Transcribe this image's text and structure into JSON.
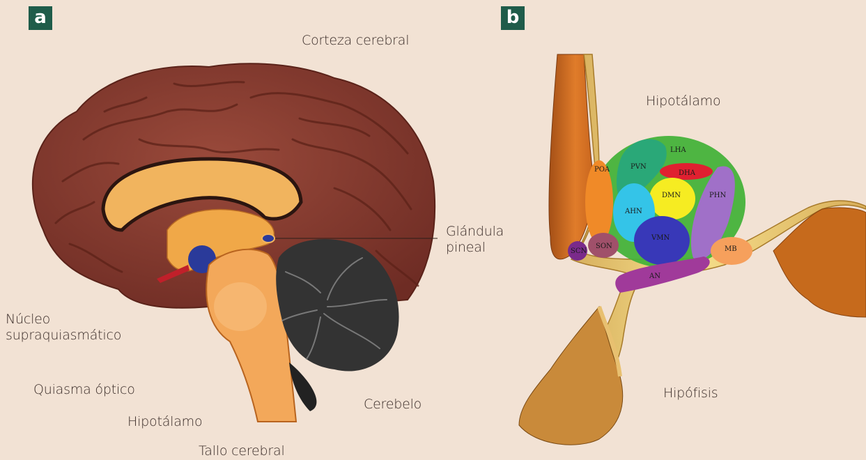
{
  "panels": {
    "a": {
      "tag": "a",
      "labels": {
        "cortex": "Corteza cerebral",
        "pineal": "Glándula pineal",
        "scn": "Núcleo supraquiasmático",
        "chiasm": "Quiasma óptico",
        "hypothalamus": "Hipotálamo",
        "brainstem": "Tallo cerebral",
        "cerebellum": "Cerebelo"
      }
    },
    "b": {
      "tag": "b",
      "labels": {
        "hypothalamus": "Hipotálamo",
        "pituitary": "Hipófisis"
      },
      "nuclei": {
        "lha": "LHA",
        "pvn": "PVN",
        "poa": "POA",
        "dha": "DHA",
        "dmn": "DMN",
        "phn": "PHN",
        "ahn": "AHN",
        "vmn": "VMN",
        "scn": "SCN",
        "son": "SON",
        "mb": "MB",
        "an": "AN"
      }
    }
  },
  "colors": {
    "background": "#f2e2d4",
    "tag": "#1f5c4a",
    "cortex": "#8a3d30",
    "callosum": "#f1b45e",
    "cerebellum": "#333333",
    "stalk": "#efd27c"
  }
}
